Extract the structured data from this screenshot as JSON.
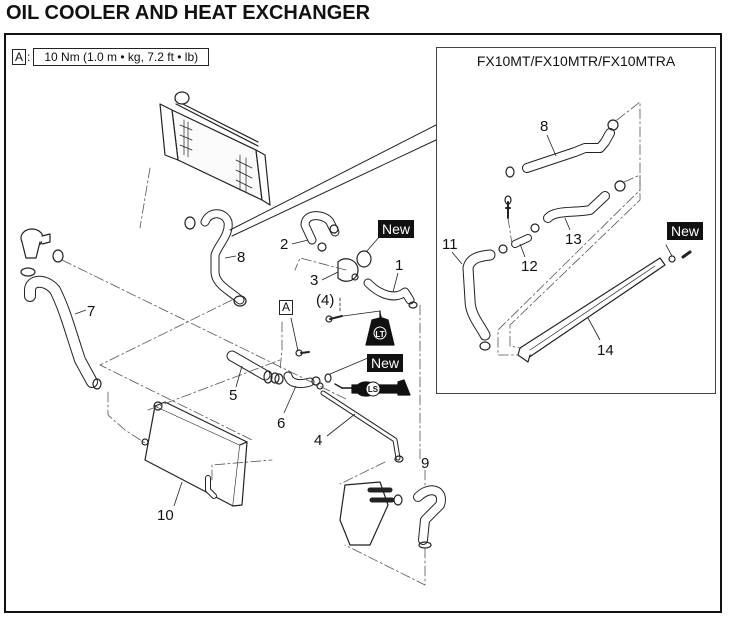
{
  "page": {
    "title": "OIL COOLER AND HEAT EXCHANGER"
  },
  "torque_spec": {
    "key": "A",
    "colon": ":",
    "value": "10 Nm (1.0 m • kg, 7.2 ft • lb)"
  },
  "inset": {
    "title": "FX10MT/FX10MTR/FX10MTRA"
  },
  "tags": {
    "new": "New",
    "locktite": "LT",
    "grease": "LS",
    "key_a": "A",
    "part4_ref": "(4)"
  },
  "parts": [
    {
      "number": "1",
      "name": "hose"
    },
    {
      "number": "2",
      "name": "hose"
    },
    {
      "number": "3",
      "name": "joint"
    },
    {
      "number": "4",
      "name": "pipe"
    },
    {
      "number": "5",
      "name": "hose"
    },
    {
      "number": "6",
      "name": "hose"
    },
    {
      "number": "7",
      "name": "hose"
    },
    {
      "number": "8",
      "name": "hose"
    },
    {
      "number": "9",
      "name": "hose"
    },
    {
      "number": "10",
      "name": "oil-cooler"
    },
    {
      "number": "11",
      "name": "hose"
    },
    {
      "number": "12",
      "name": "joint"
    },
    {
      "number": "13",
      "name": "hose"
    },
    {
      "number": "14",
      "name": "heat-exchanger"
    }
  ],
  "labels": {
    "main_8": "8",
    "inset_8": "8",
    "p1": "1",
    "p2": "2",
    "p3": "3",
    "p4": "4",
    "p5": "5",
    "p6": "6",
    "p7": "7",
    "p9": "9",
    "p10": "10",
    "p11": "11",
    "p12": "12",
    "p13": "13",
    "p14": "14"
  }
}
